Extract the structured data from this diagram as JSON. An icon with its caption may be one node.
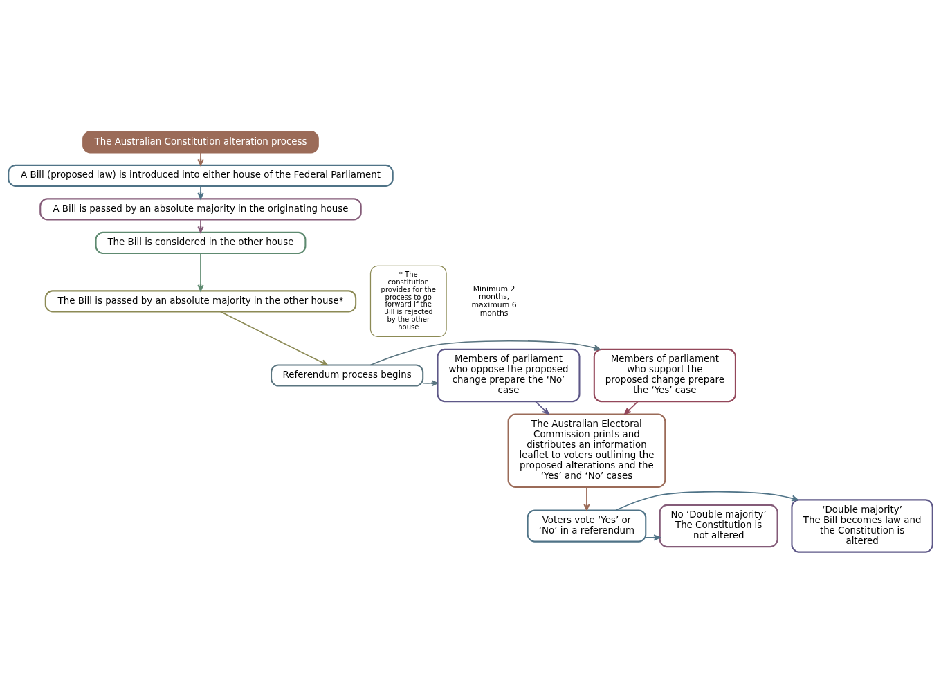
{
  "diagram": {
    "nodes": [
      {
        "text": [
          "The Australian Constitution alteration process"
        ]
      },
      {
        "text": [
          "A Bill (proposed law) is introduced into either house of the Federal Parliament"
        ]
      },
      {
        "text": [
          "A Bill is passed by an absolute majority in the originating house"
        ]
      },
      {
        "text": [
          "The Bill is considered in the other house"
        ]
      },
      {
        "text": [
          "The Bill is passed by an absolute majority in the other house*"
        ]
      },
      {
        "text": [
          "* The constitution provides for the process to go forward if the Bill is rejected by the other house"
        ]
      },
      {
        "text": [
          "Members of parliament who support the proposed change prepare the ‘Yes’ case"
        ]
      },
      {
        "text": [
          "Referendum process begins"
        ]
      },
      {
        "text": [
          "Members of parliament who oppose the proposed change prepare the ‘No’ case"
        ]
      },
      {
        "text": [
          "The Australian Electoral Commission prints and distributes an information leaflet to voters outlining the proposed alterations and the ‘Yes’ and ‘No’ cases"
        ]
      },
      {
        "text": [
          "‘Double majority’",
          "The Bill becomes law and the Constitution is altered"
        ]
      },
      {
        "text": [
          "Voters vote ‘Yes’ or ‘No’ in a referendum"
        ]
      },
      {
        "text": [
          "No ‘Double majority’",
          "The Constitution is not altered"
        ]
      }
    ],
    "edges": [
      {
        "from": 0,
        "to": 1,
        "arrow": "to",
        "color": "#9b6b58"
      },
      {
        "from": 1,
        "to": 2,
        "arrow": "to",
        "color": "#4f7387"
      },
      {
        "from": 2,
        "to": 3,
        "arrow": "to",
        "color": "#845b78"
      },
      {
        "from": 3,
        "to": 4,
        "arrow": "to",
        "color": "#5e8a70"
      },
      {
        "from": 4,
        "to": 7,
        "arrow": "to",
        "color": "#8c8a55"
      },
      {
        "from": 7,
        "to": 6,
        "arrow": "to",
        "color": "#5a7580"
      },
      {
        "from": 7,
        "to": 8,
        "arrow": "to",
        "color": "#5a7580"
      },
      {
        "from": 6,
        "to": 9,
        "arrow": "to",
        "color": "#93475a"
      },
      {
        "from": 8,
        "to": 9,
        "arrow": "to",
        "color": "#5e5888"
      },
      {
        "from": 9,
        "to": 11,
        "arrow": "to",
        "color": "#9b6b58"
      },
      {
        "from": 11,
        "to": 10,
        "arrow": "to",
        "color": "#4f7387"
      },
      {
        "from": 11,
        "to": 12,
        "arrow": "to",
        "color": "#4f7387"
      }
    ],
    "labels": [
      "Minimum 2 months, maximum 6 months"
    ]
  }
}
